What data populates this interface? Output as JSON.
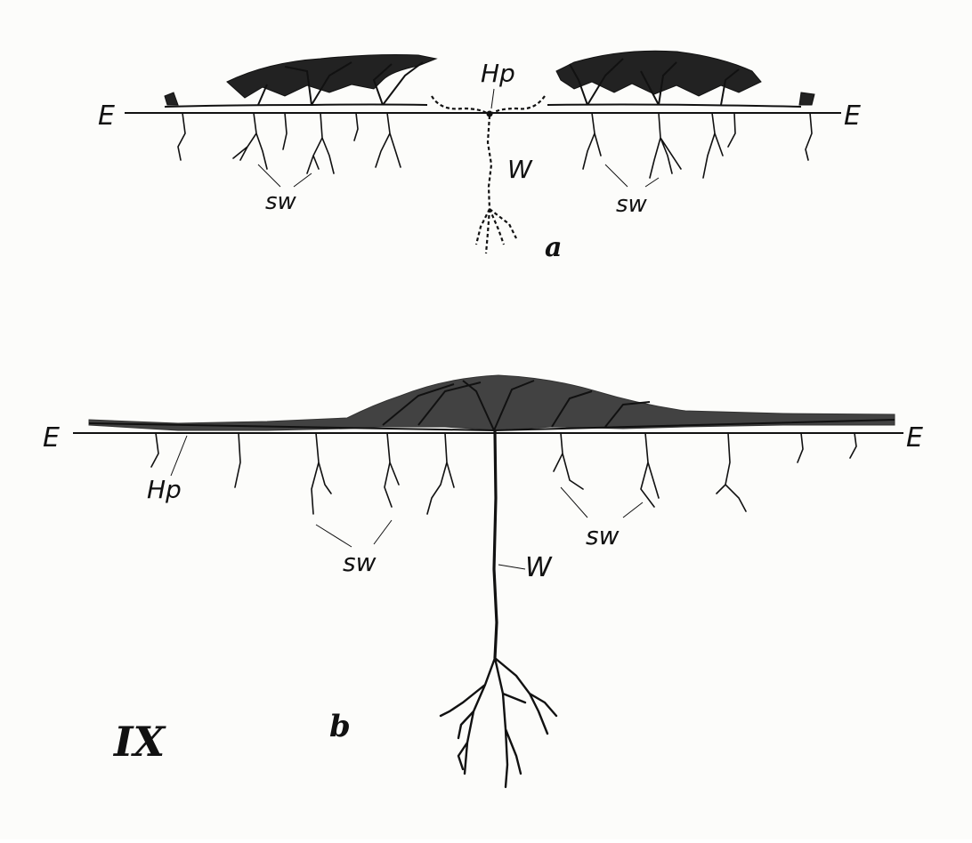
{
  "figure": {
    "plate_number": "IX",
    "panel_a": {
      "panel_label": "a",
      "labels": {
        "ground_left": "E",
        "ground_right": "E",
        "hypocotyl": "Hp",
        "main_root": "W",
        "side_roots_left": "sw",
        "side_roots_right": "sw"
      }
    },
    "panel_b": {
      "panel_label": "b",
      "labels": {
        "ground_left": "E",
        "ground_right": "E",
        "hypocotyl": "Hp",
        "main_root": "W",
        "side_roots_left": "sw",
        "side_roots_right": "sw"
      }
    }
  },
  "colors": {
    "ink": "#111111",
    "paper": "#fcfcfa"
  }
}
